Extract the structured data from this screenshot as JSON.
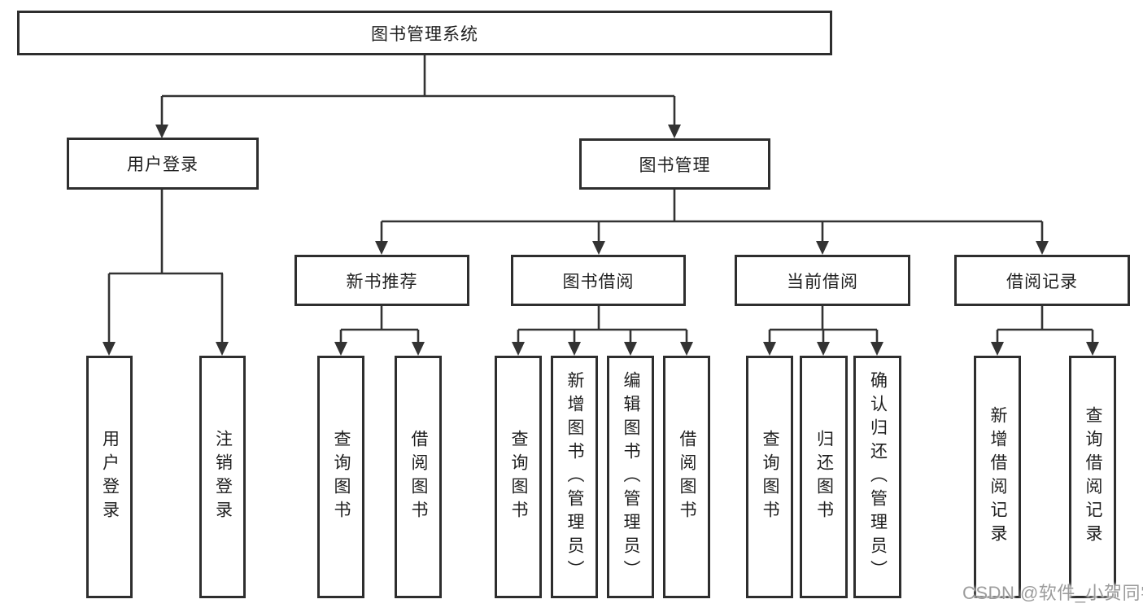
{
  "diagram": {
    "type": "hierarchy-tree",
    "line_color": "#333333",
    "box_border_color": "#2e2e2e",
    "background": "#ffffff",
    "tree": {
      "label": "图书管理系统",
      "children": [
        {
          "label": "用户登录",
          "children": [
            {
              "label": "用户登录"
            },
            {
              "label": "注销登录"
            }
          ]
        },
        {
          "label": "图书管理",
          "children": [
            {
              "label": "新书推荐",
              "children": [
                {
                  "label": "查询图书"
                },
                {
                  "label": "借阅图书"
                }
              ]
            },
            {
              "label": "图书借阅",
              "children": [
                {
                  "label": "查询图书"
                },
                {
                  "label": "新增图书（管理员）"
                },
                {
                  "label": "编辑图书（管理员）"
                },
                {
                  "label": "借阅图书"
                }
              ]
            },
            {
              "label": "当前借阅",
              "children": [
                {
                  "label": "查询图书"
                },
                {
                  "label": "归还图书"
                },
                {
                  "label": "确认归还（管理员）"
                }
              ]
            },
            {
              "label": "借阅记录",
              "children": [
                {
                  "label": "新增借阅记录"
                },
                {
                  "label": "查询借阅记录"
                }
              ]
            }
          ]
        }
      ]
    }
  },
  "watermark": {
    "text": "CSDN @软件_小贺同学",
    "color": "#9c9c9c"
  }
}
